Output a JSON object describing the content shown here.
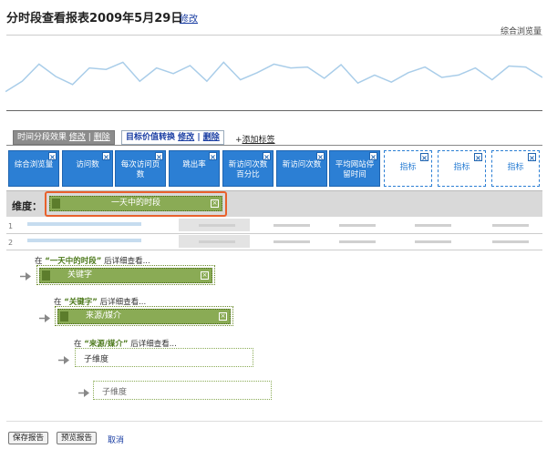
{
  "title": "分时段查看报表2009年5月29日",
  "title_edit": "修改",
  "metric_name": "综合浏览量",
  "tabs": [
    {
      "label": "时间分段效果",
      "edit": "修改",
      "sep": "|",
      "delete": "删除"
    },
    {
      "label": "目标价值转换",
      "edit": "修改",
      "sep": "|",
      "delete": "删除"
    }
  ],
  "add_tab": {
    "prefix": "+",
    "label": "添加标签"
  },
  "metrics": [
    "综合浏览量",
    "访问数",
    "每次访问页数",
    "跳出率",
    "新访问次数百分比",
    "新访问次数",
    "平均网站停留时间"
  ],
  "metric_close": "×",
  "placeholders": [
    "指标",
    "指标",
    "指标"
  ],
  "dimension_label": "维度：",
  "dimension_chip": "一天中的时段",
  "rows": [
    "1",
    "2"
  ],
  "drill": [
    {
      "hint_pre": "在",
      "hint_bold": "“一天中的时段”",
      "hint_post": "后详细查看...",
      "chip": "关键字"
    },
    {
      "hint_pre": "在",
      "hint_bold": "“关键字”",
      "hint_post": "后详细查看...",
      "chip": "来源/媒介"
    },
    {
      "hint_pre": "在",
      "hint_bold": "“来源/媒介”",
      "hint_post": "后详细查看...",
      "chip": "子维度"
    }
  ],
  "sub_dimension": "子维度",
  "buttons": {
    "save": "保存报告",
    "preview": "预览报告",
    "cancel": "取消"
  },
  "colors": {
    "accent_blue": "#2c7fd4",
    "dimension_green": "#8aab55",
    "highlight_orange": "#e8612c",
    "spark_line": "#a9cde9"
  },
  "sparkline": [
    80,
    58,
    22,
    48,
    65,
    30,
    33,
    18,
    58,
    30,
    42,
    25,
    58,
    18,
    55,
    40,
    22,
    30,
    28,
    52,
    23,
    62,
    45,
    60,
    40,
    28,
    50,
    45,
    30,
    55,
    26,
    28,
    50
  ]
}
